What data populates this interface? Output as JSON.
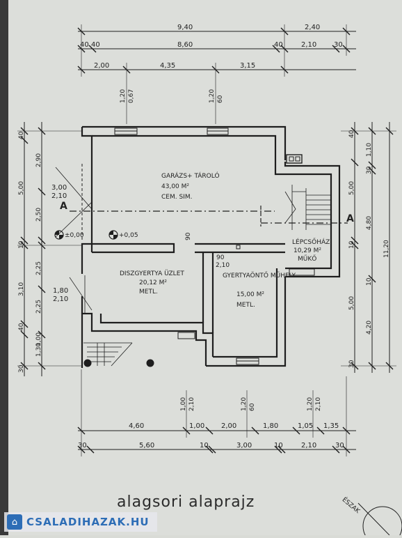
{
  "title": "alagsori alaprajz",
  "watermark": {
    "text": "CSALADIHAZAK.HU",
    "icon": "house-icon"
  },
  "north": "ÉSZAK",
  "section_mark": "A",
  "rooms": {
    "garage": {
      "name": "GARÁZS+ TÁROLÓ",
      "area": "43,00 M²",
      "floor": "CEM. SIM."
    },
    "shop": {
      "name": "DISZGYERTYA ÜZLET",
      "area": "20,12 M²",
      "floor": "METL."
    },
    "workshop": {
      "name": "GYERTYAÖNTŐ MŰHELY",
      "area": "15,00 M²",
      "floor": "METL."
    },
    "stair": {
      "name": "LÉPCSŐHÁZ",
      "area": "10,29 M²",
      "floor": "MŰKŐ"
    }
  },
  "levels": {
    "base": "±0,00",
    "raised": "+0,05"
  },
  "openings": {
    "left_door": [
      "3,00",
      "2,10"
    ],
    "left_door2": [
      "1,80",
      "2,10"
    ],
    "inner_door": [
      "90",
      "2,10"
    ],
    "inner_door_top": "90",
    "window_top_1": [
      "1,20",
      "0,67"
    ],
    "window_top_2": [
      "1,20",
      "60"
    ],
    "window_bottom_1": [
      "1,00",
      "2,10"
    ],
    "window_bottom_2": [
      "1,20",
      "60"
    ],
    "window_bottom_3": [
      "1,20",
      "2,10"
    ]
  },
  "top_dims": {
    "row1": [
      "9,40",
      "2,40"
    ],
    "row2": [
      "40",
      "40",
      "8,60",
      "40",
      "2,10",
      "30"
    ],
    "row3": [
      "2,00",
      "4,35",
      "3,15"
    ]
  },
  "bottom_dims": {
    "row1": [
      "4,60",
      "1,00",
      "2,00",
      "1,80",
      "1,05",
      "1,35"
    ],
    "row2": [
      "30",
      "5,60",
      "10",
      "3,00",
      "10",
      "2,10",
      "30"
    ]
  },
  "left_dims": [
    "40",
    "2,90",
    "5,00",
    "2,50",
    "10",
    "2,25",
    "3,10",
    "2,25",
    "40",
    "1,00",
    "1,30",
    "30"
  ],
  "right_dims": [
    "40",
    "1,10",
    "30",
    "5,00",
    "4,80",
    "10",
    "10",
    "5,00",
    "4,20",
    "30",
    "11,20"
  ]
}
